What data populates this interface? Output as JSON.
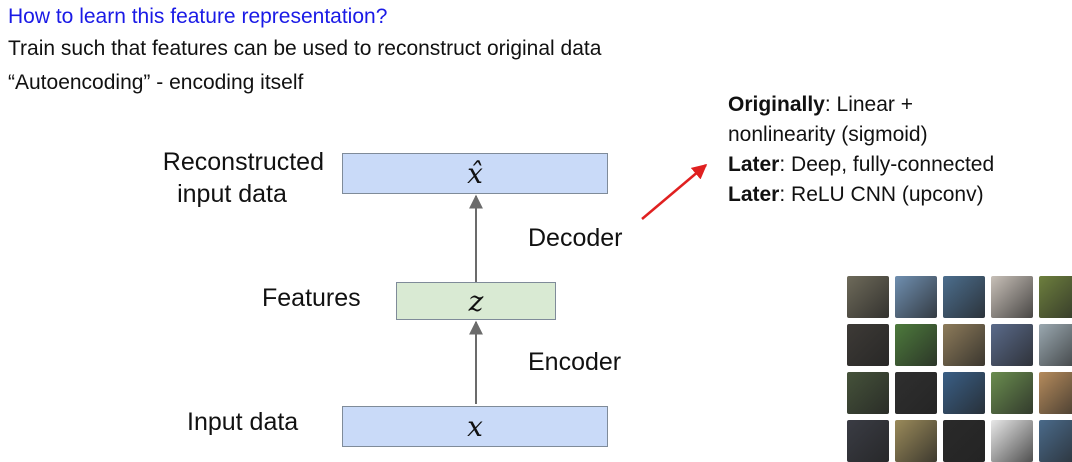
{
  "header": {
    "question": "How to learn this feature representation?",
    "line1": "Train such that features can be used to reconstruct original data",
    "line2": "“Autoencoding” - encoding itself"
  },
  "diagram": {
    "reconstructed_label_1": "Reconstructed",
    "reconstructed_label_2": "input data",
    "reconstructed_symbol": "x̂",
    "features_label": "Features",
    "features_symbol": "z",
    "input_label": "Input data",
    "input_symbol": "x",
    "decoder_label": "Decoder",
    "encoder_label": "Encoder"
  },
  "notes": [
    {
      "bold": "Originally",
      "text": ": Linear +"
    },
    {
      "bold": "",
      "text": "nonlinearity (sigmoid)"
    },
    {
      "bold": "Later",
      "text": ": Deep, fully-connected"
    },
    {
      "bold": "Later",
      "text": ": ReLU CNN (upconv)"
    }
  ],
  "colors": {
    "heading": "#1a1ae6",
    "box_blue": "#c9daf8",
    "box_green": "#d9ead3",
    "pointer_arrow": "#e02020"
  },
  "image_grid": {
    "description_icon": "sample-images-grid",
    "tiles": [
      "#6e6a5a",
      "#6f8fb0",
      "#4c6e8e",
      "#c8c0b8",
      "#6d7f3e",
      "#3d3a36",
      "#4d7a3c",
      "#8d7b5a",
      "#5a6a8a",
      "#9aa8b0",
      "#45523a",
      "#2f2f2f",
      "#3a5f86",
      "#6a8d4f",
      "#b58b5c",
      "#3a3c44",
      "#9a8a5a",
      "#2a2a2a",
      "#e8e8e8",
      "#4a6a8a"
    ]
  }
}
